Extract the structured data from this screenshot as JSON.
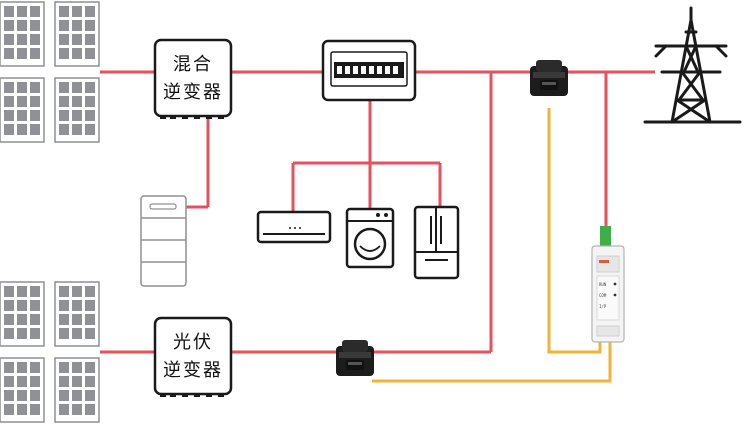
{
  "hybrid_inverter": {
    "line1": "混合",
    "line2": "逆变器"
  },
  "pv_inverter": {
    "line1": "光伏",
    "line2": "逆变器"
  },
  "meter": {
    "label1": "RUN",
    "label2": "COM",
    "label3": "I/P"
  },
  "colors": {
    "power_line": "#e8505b",
    "signal_line": "#f2b33a",
    "outline": "#1a1a1a",
    "panel_cell": "#8f9196",
    "terminal_green": "#3fae49",
    "meter_accent": "#e05a3a"
  }
}
